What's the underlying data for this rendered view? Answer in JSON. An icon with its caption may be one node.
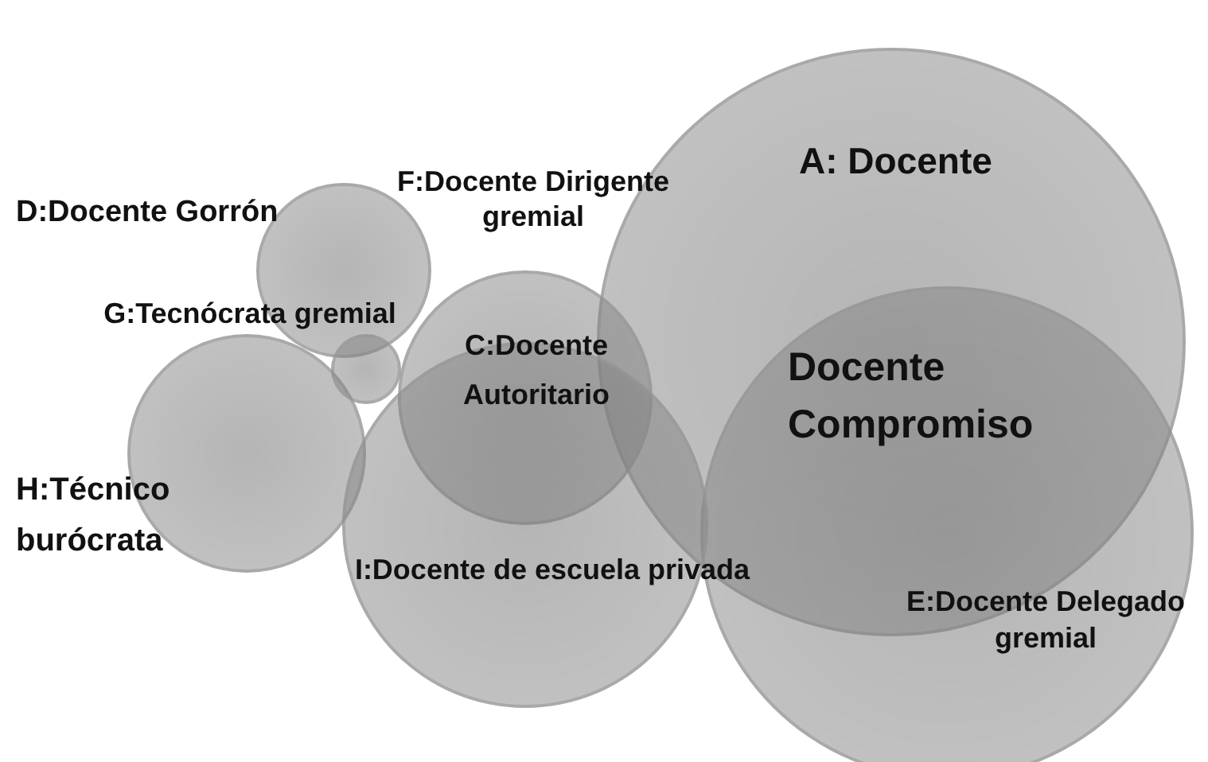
{
  "diagram": {
    "nodes": [
      {
        "text": [
          "A: Docente"
        ]
      },
      {
        "text": [
          "D:Docente Gorrón"
        ]
      },
      {
        "text": [
          "G:Tecnócrata gremial"
        ]
      },
      {
        "text": [
          "C:Docente Autoritario"
        ]
      },
      {
        "text": [
          "H:Técnico burócrata"
        ]
      },
      {
        "text": [
          "I:Docente de escuela privada"
        ]
      },
      {
        "text": [
          "E:Docente Delegado gremial"
        ]
      }
    ],
    "edges": [],
    "labels": [
      "F:Docente Dirigente gremial",
      "Docente Compromiso"
    ]
  }
}
